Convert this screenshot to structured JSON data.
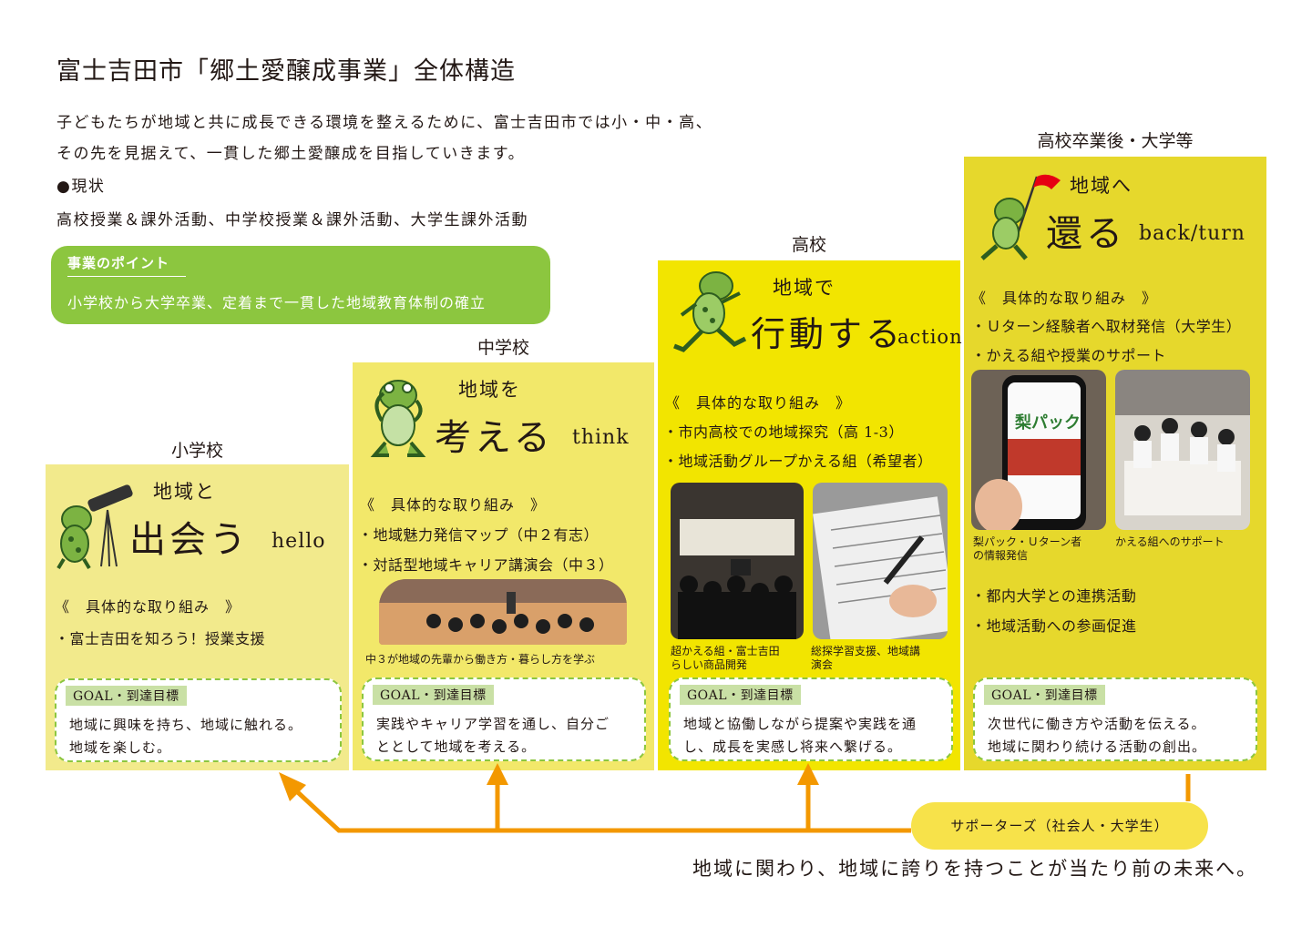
{
  "title": "富士吉田市「郷土愛醸成事業」全体構造",
  "intro": {
    "line1": "子どもたちが地域と共に成長できる環境を整えるために、富士吉田市では小・中・高、",
    "line2": "その先を見据えて、一貫した郷土愛醸成を目指していきます。",
    "status_heading": "●現状",
    "status_text": "高校授業＆課外活動、中学校授業＆課外活動、大学生課外活動"
  },
  "point": {
    "label": "事業のポイント",
    "text": "小学校から大学卒業、定着まで一貫した地域教育体制の確立"
  },
  "stages": {
    "elementary": {
      "label": "小学校",
      "head_small": "地域と",
      "head_big": "出会う",
      "head_en": "hello",
      "subhead": "《　具体的な取り組み　》",
      "items": [
        "・富士吉田を知ろう！授業支援"
      ],
      "goal_tag": "GOAL・到達目標",
      "goal_lines": [
        "地域に興味を持ち、地域に触れる。",
        "地域を楽しむ。"
      ]
    },
    "junior": {
      "label": "中学校",
      "head_small": "地域を",
      "head_big": "考える",
      "head_en": "think",
      "subhead": "《　具体的な取り組み　》",
      "items": [
        "・地域魅力発信マップ（中２有志）",
        "・対話型地域キャリア講演会（中３）"
      ],
      "photo_caption": "中３が地域の先輩から働き方・暮らし方を学ぶ",
      "goal_tag": "GOAL・到達目標",
      "goal_lines": [
        "実践やキャリア学習を通し、自分ご",
        "ととして地域を考える。"
      ]
    },
    "high": {
      "label": "高校",
      "head_small": "地域で",
      "head_big": "行動する",
      "head_en": "action",
      "subhead": "《　具体的な取り組み　》",
      "items": [
        "・市内高校での地域探究（高 1-3）",
        "・地域活動グループかえる組（希望者）"
      ],
      "caption_left": [
        "超かえる組・富士吉田",
        "らしい商品開発"
      ],
      "caption_right": [
        "総探学習支援、地域講",
        "演会"
      ],
      "goal_tag": "GOAL・到達目標",
      "goal_lines": [
        "地域と協働しながら提案や実践を通",
        "し、成長を実感し将来へ繋げる。"
      ]
    },
    "after": {
      "label": "高校卒業後・大学等",
      "head_small": "地域へ",
      "head_big": "還る",
      "head_en": "back/turn",
      "subhead": "《　具体的な取り組み　》",
      "items": [
        "・Ｕターン経験者へ取材発信（大学生）",
        "・かえる組や授業のサポート"
      ],
      "phone_text": "梨パック",
      "caption_left": [
        "梨パック・Ｕターン者",
        "の情報発信"
      ],
      "caption_right": [
        "かえる組へのサポート"
      ],
      "items2": [
        "・都内大学との連携活動",
        "・地域活動への参画促進"
      ],
      "goal_tag": "GOAL・到達目標",
      "goal_lines": [
        "次世代に働き方や活動を伝える。",
        "地域に関わり続ける活動の創出。"
      ]
    }
  },
  "supporters": "サポーターズ（社会人・大学生）",
  "tagline": "地域に関わり、地域に誇りを持つことが当たり前の未来へ。",
  "colors": {
    "point_green": "#8cc63f",
    "arrow_orange": "#f39800",
    "card1": "#f2ea8c",
    "card2": "#f2e86a",
    "card3": "#f2e500",
    "card4": "#e6d82c",
    "flag_red": "#e60012"
  }
}
